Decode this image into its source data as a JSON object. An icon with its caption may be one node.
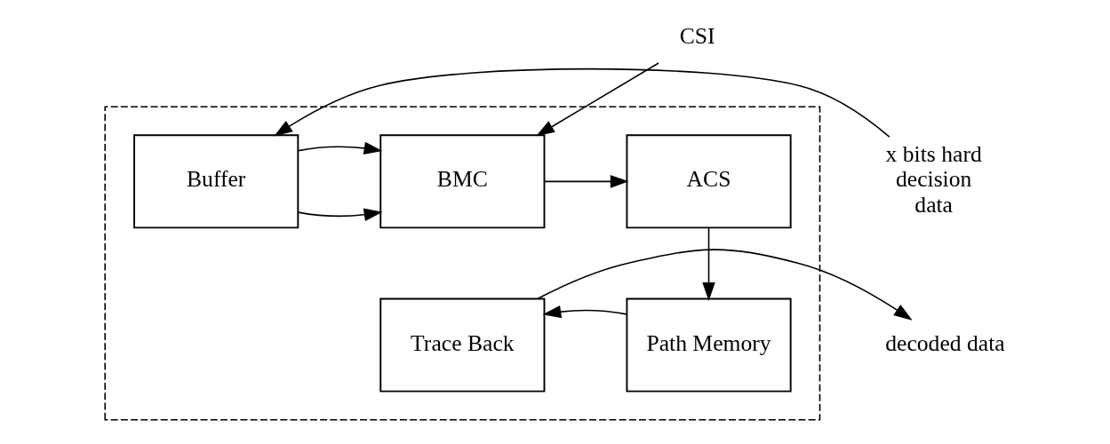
{
  "diagram": {
    "nodes": [
      {
        "text": [
          "CSI"
        ]
      },
      {
        "text": [],
        "shape": "box"
      },
      {
        "text": [
          "x bits hard decision data"
        ]
      },
      {
        "text": [
          "Buffer"
        ],
        "in": 1
      },
      {
        "text": [
          "BMC"
        ],
        "in": 1
      },
      {
        "text": [
          "ACS"
        ],
        "in": 1
      },
      {
        "text": [
          "decoded data"
        ]
      },
      {
        "text": [
          "Trace Back"
        ],
        "in": 1
      },
      {
        "text": [
          "Path Memory"
        ],
        "in": 1
      }
    ],
    "edges": [
      {
        "from": 0,
        "to": 4,
        "arrow": "to"
      },
      {
        "from": 2,
        "to": 3,
        "arrow": "to"
      },
      {
        "from": 3,
        "to": 4,
        "arrow": "to"
      },
      {
        "from": 3,
        "to": 4,
        "arrow": "to"
      },
      {
        "from": 4,
        "to": 5,
        "arrow": "to"
      },
      {
        "from": 5,
        "to": 8,
        "arrow": "to"
      },
      {
        "from": 8,
        "to": 7,
        "arrow": "to"
      },
      {
        "from": 7,
        "to": 6,
        "arrow": "to"
      }
    ]
  }
}
